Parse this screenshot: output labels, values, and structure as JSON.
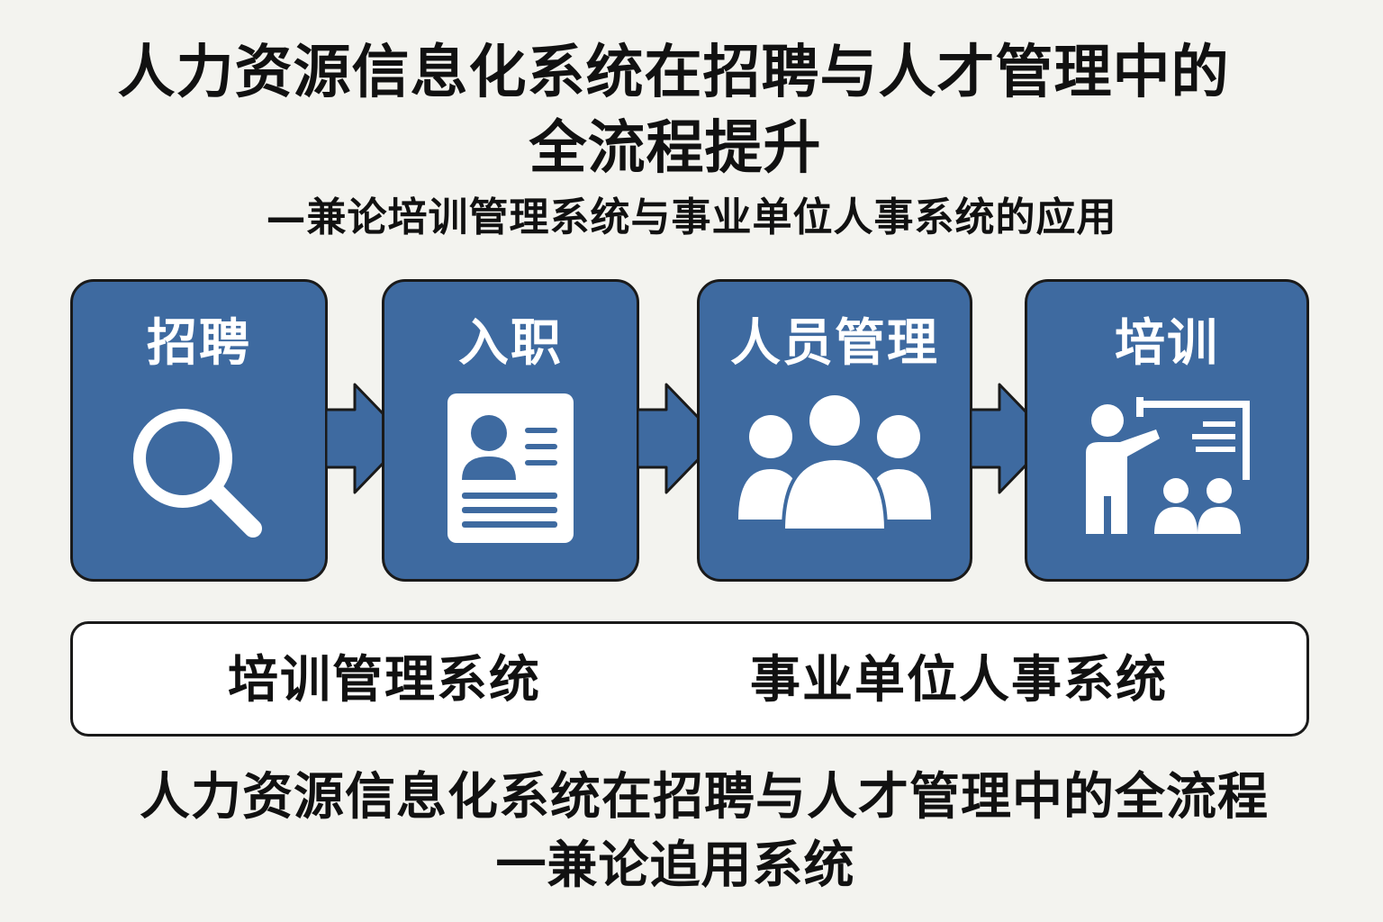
{
  "title": {
    "line1": "人力资源信息化系统在招聘与人才管理中的",
    "line2": "全流程提升"
  },
  "subtitle": "—兼论培训管理系统与事业单位人事系统的应用",
  "steps": [
    {
      "label": "招聘",
      "icon": "magnifying-glass-icon"
    },
    {
      "label": "入职",
      "icon": "profile-document-icon"
    },
    {
      "label": "人员管理",
      "icon": "people-group-icon"
    },
    {
      "label": "培训",
      "icon": "presenter-board-icon"
    }
  ],
  "systems": [
    "培训管理系统",
    "事业单位人事系统"
  ],
  "footer": {
    "line1": "人力资源信息化系统在招聘与人才管理中的全流程",
    "line2": "一兼论追用系统"
  },
  "colors": {
    "box_fill": "#3e6aa0",
    "outline": "#1a1a1a",
    "background": "#f3f3ef",
    "icon": "#ffffff"
  }
}
